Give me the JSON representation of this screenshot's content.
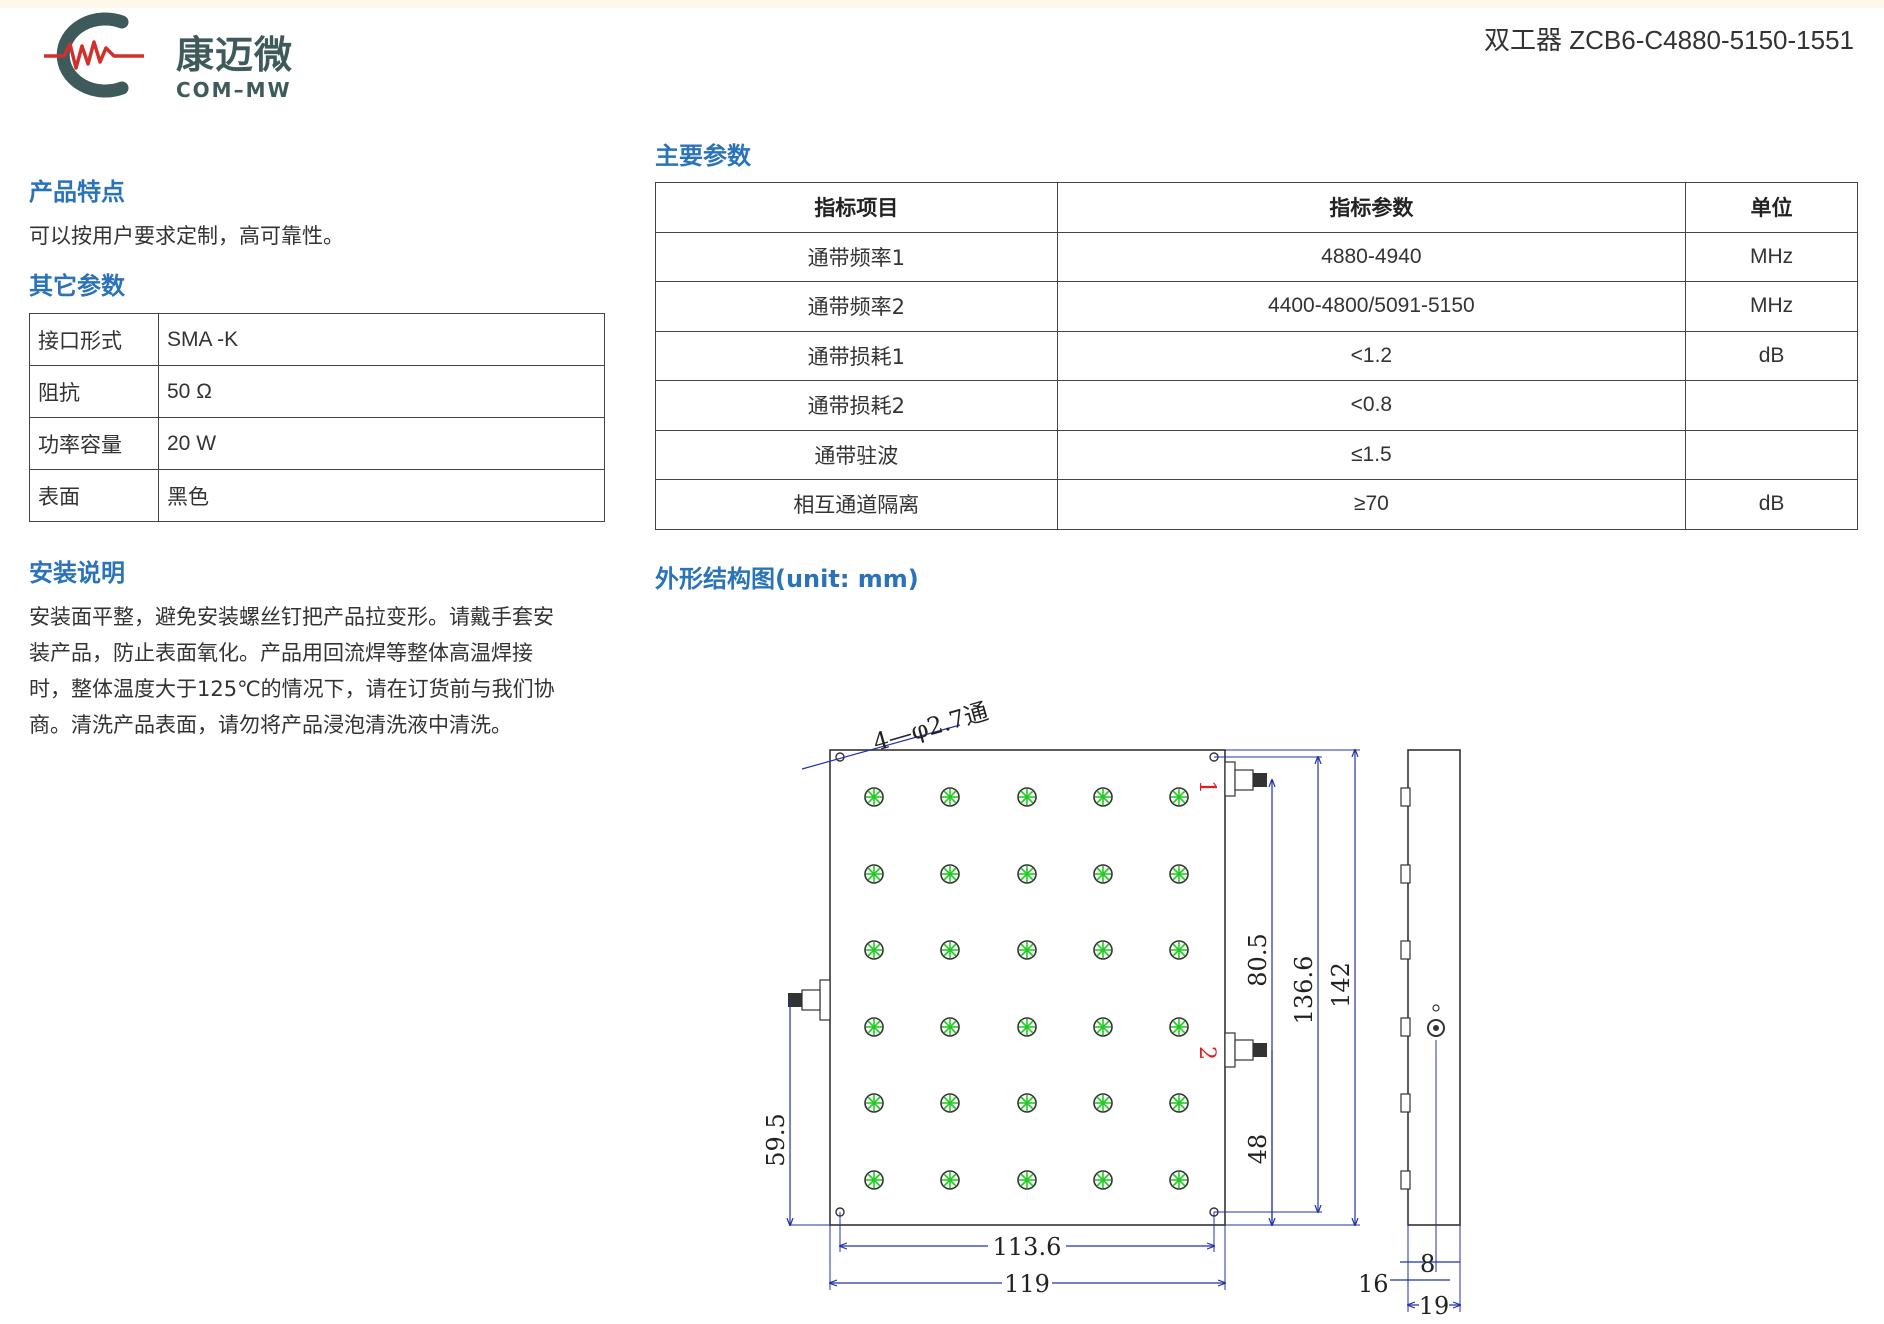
{
  "header": {
    "logo_cn": "康迈微",
    "logo_en": "COM–MW",
    "title": "双工器 ZCB6-C4880-5150-1551"
  },
  "features": {
    "heading": "产品特点",
    "text": "可以按用户要求定制，高可靠性。"
  },
  "other_params": {
    "heading": "其它参数",
    "rows": [
      {
        "key": "接口形式",
        "value": "SMA -K"
      },
      {
        "key": "阻抗",
        "value": "50 Ω"
      },
      {
        "key": "功率容量",
        "value": "20 W"
      },
      {
        "key": "表面",
        "value": "黑色"
      }
    ]
  },
  "install": {
    "heading": "安装说明",
    "lines": [
      "安装面平整，避免安装螺丝钉把产品拉变形。请戴手套安",
      "装产品，防止表面氧化。产品用回流焊等整体高温焊接",
      "时，整体温度大于125℃的情况下，请在订货前与我们协",
      "商。清洗产品表面，请勿将产品浸泡清洗液中清洗。"
    ]
  },
  "main_params": {
    "heading": "主要参数",
    "columns": [
      "指标项目",
      "指标参数",
      "单位"
    ],
    "rows": [
      [
        "通带频率1",
        "4880-4940",
        "MHz"
      ],
      [
        "通带频率2",
        "4400-4800/5091-5150",
        "MHz"
      ],
      [
        "通带损耗1",
        "<1.2",
        "dB"
      ],
      [
        "通带损耗2",
        "<0.8",
        ""
      ],
      [
        "通带驻波",
        "≤1.5",
        ""
      ],
      [
        "相互通道隔离",
        "≥70",
        "dB"
      ]
    ]
  },
  "outline": {
    "heading": "外形结构图(unit: mm)",
    "hole_note": "4—φ2.7通",
    "port1": "1",
    "port2": "2",
    "dim_80_5": "80.5",
    "dim_136_6": "136.6",
    "dim_142": "142",
    "dim_59_5": "59.5",
    "dim_48": "48",
    "dim_113_6": "113.6",
    "dim_119": "119",
    "dim_8": "8",
    "dim_16": "16",
    "dim_19": "19"
  },
  "colors": {
    "heading": "#2a73b8",
    "logo_gray": "#3f5a5b",
    "logo_red": "#d0312d",
    "screw_green": "#22cc22",
    "port_label_red": "#e02020",
    "dim_blue": "#2233aa"
  }
}
